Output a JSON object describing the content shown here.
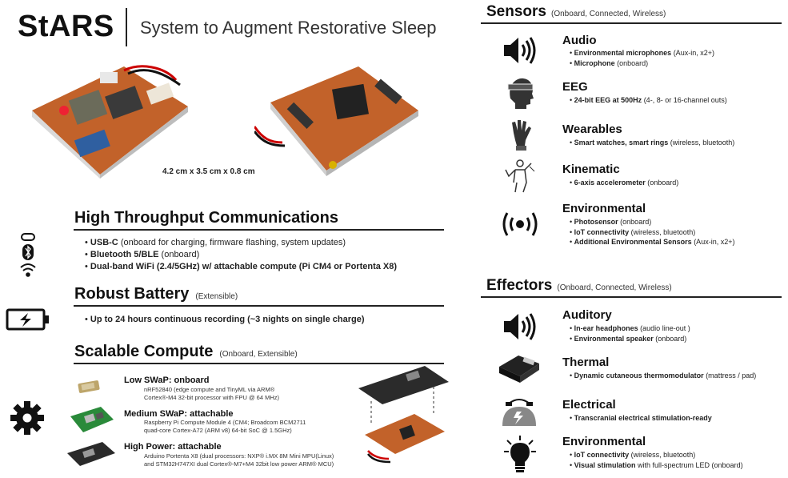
{
  "header": {
    "brand": "StARS",
    "subtitle": "System to Augment Restorative Sleep"
  },
  "board": {
    "dimensions": "4.2 cm x 3.5 cm x 0.8 cm"
  },
  "communications": {
    "title": "High Throughput Communications",
    "lines": [
      {
        "bold": "USB-C",
        "rest": " (onboard for charging, firmware flashing, system updates)"
      },
      {
        "bold": "Bluetooth 5/BLE",
        "rest": "  (onboard)"
      },
      {
        "bold": "Dual-band WiFi (2.4/5GHz) w/ attachable compute (Pi CM4 or Portenta X8)",
        "rest": ""
      }
    ]
  },
  "battery": {
    "title": "Robust Battery",
    "paren": "(Extensible)",
    "lines": [
      {
        "bold": "Up to 24  hours continuous recording (~3 nights on single charge)",
        "rest": ""
      }
    ]
  },
  "compute": {
    "title": "Scalable Compute",
    "paren": "(Onboard, Extensible)",
    "options": [
      {
        "title": "Low SWaP: onboard",
        "desc1": "nRF52840 (edge compute and TinyML via ARM®",
        "desc2": "Cortex®-M4 32-bit processor with FPU @ 64 MHz)"
      },
      {
        "title": "Medium SWaP: attachable",
        "desc1": "Raspberry Pi Compute Module 4 (CM4; Broadcom BCM2711",
        "desc2": "quad-core Cortex-A72 (ARM v8) 64-bit SoC @ 1.5GHz)"
      },
      {
        "title": "High Power: attachable",
        "desc1": "Arduino Portenta X8 (dual processors: NXP® i.MX 8M Mini MPU(Linux)",
        "desc2": "and STM32H747XI dual Cortex®-M7+M4 32bit low power ARM® MCU)"
      }
    ]
  },
  "sensors": {
    "title": "Sensors",
    "paren": "(Onboard, Connected, Wireless)",
    "items": [
      {
        "title": "Audio",
        "icon": "speaker-icon",
        "lines": [
          {
            "bold": "Environmental microphones",
            "rest": " (Aux-in, x2+)"
          },
          {
            "bold": "Microphone",
            "rest": " (onboard)"
          }
        ]
      },
      {
        "title": "EEG",
        "icon": "head-band-icon",
        "lines": [
          {
            "bold": "24-bit EEG at 500Hz",
            "rest": " (4-, 8- or 16-channel outs)"
          }
        ]
      },
      {
        "title": "Wearables",
        "icon": "glove-icon",
        "lines": [
          {
            "bold": "Smart watches, smart rings",
            "rest": " (wireless, bluetooth)"
          }
        ]
      },
      {
        "title": "Kinematic",
        "icon": "body-motion-icon",
        "lines": [
          {
            "bold": "6-axis accelerometer",
            "rest": " (onboard)"
          }
        ]
      },
      {
        "title": "Environmental",
        "icon": "broadcast-icon",
        "lines": [
          {
            "bold": "Photosensor",
            "rest": " (onboard)"
          },
          {
            "bold": "IoT connectivity",
            "rest": " (wireless, bluetooth)"
          },
          {
            "bold": "Additional Environmental Sensors",
            "rest": " (Aux-in, x2+)"
          }
        ]
      }
    ]
  },
  "effectors": {
    "title": "Effectors",
    "paren": "(Onboard, Connected, Wireless)",
    "items": [
      {
        "title": "Auditory",
        "icon": "speaker-icon",
        "lines": [
          {
            "bold": "In-ear headphones",
            "rest": " (audio line-out )"
          },
          {
            "bold": "Environmental speaker",
            "rest": " (onboard)"
          }
        ]
      },
      {
        "title": "Thermal",
        "icon": "mattress-icon",
        "lines": [
          {
            "bold": "Dynamic cutaneous thermomodulator",
            "rest": " (mattress / pad)"
          }
        ]
      },
      {
        "title": "Electrical",
        "icon": "stimulation-icon",
        "lines": [
          {
            "bold": "Transcranial electrical stimulation-ready",
            "rest": ""
          }
        ]
      },
      {
        "title": "Environmental",
        "icon": "lightbulb-icon",
        "lines": [
          {
            "bold": "IoT connectivity",
            "rest": " (wireless, bluetooth)"
          },
          {
            "bold": "Visual stimulation",
            "rest": " with full-spectrum LED (onboard)"
          }
        ]
      }
    ]
  }
}
